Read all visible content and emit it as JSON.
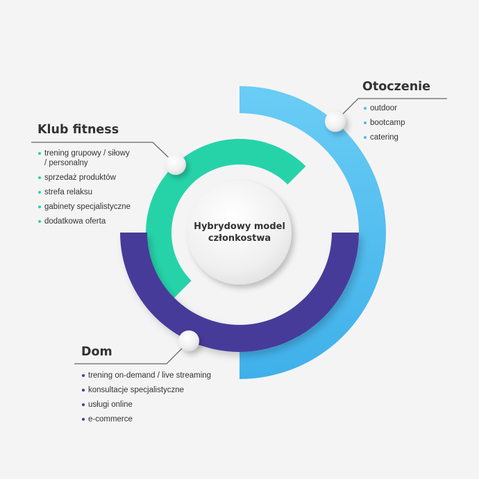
{
  "center": {
    "line1": "Hybrydowy model",
    "line2": "członkostwa"
  },
  "sections": {
    "klub": {
      "title": "Klub fitness",
      "color": "#26d3a9",
      "items": [
        "trening grupowy / siłowy\n/ personalny",
        "sprzedaż produktów",
        "strefa relaksu",
        "gabinety specjalistyczne",
        "dodatkowa oferta"
      ]
    },
    "otoczenie": {
      "title": "Otoczenie",
      "color": "#4db8ee",
      "items": [
        "outdoor",
        "bootcamp",
        "catering"
      ]
    },
    "dom": {
      "title": "Dom",
      "color": "#463b9a",
      "items": [
        "trening on-demand / live streaming",
        "konsultacje specjalistyczne",
        "usługi online",
        "e-commerce"
      ]
    }
  },
  "colors": {
    "background": "#f4f4f4",
    "green": "#26d3a9",
    "blue_top": "#6acdf5",
    "blue_bottom": "#3fb0ea",
    "purple": "#463b9a",
    "connector": "#666666",
    "text": "#333333"
  }
}
